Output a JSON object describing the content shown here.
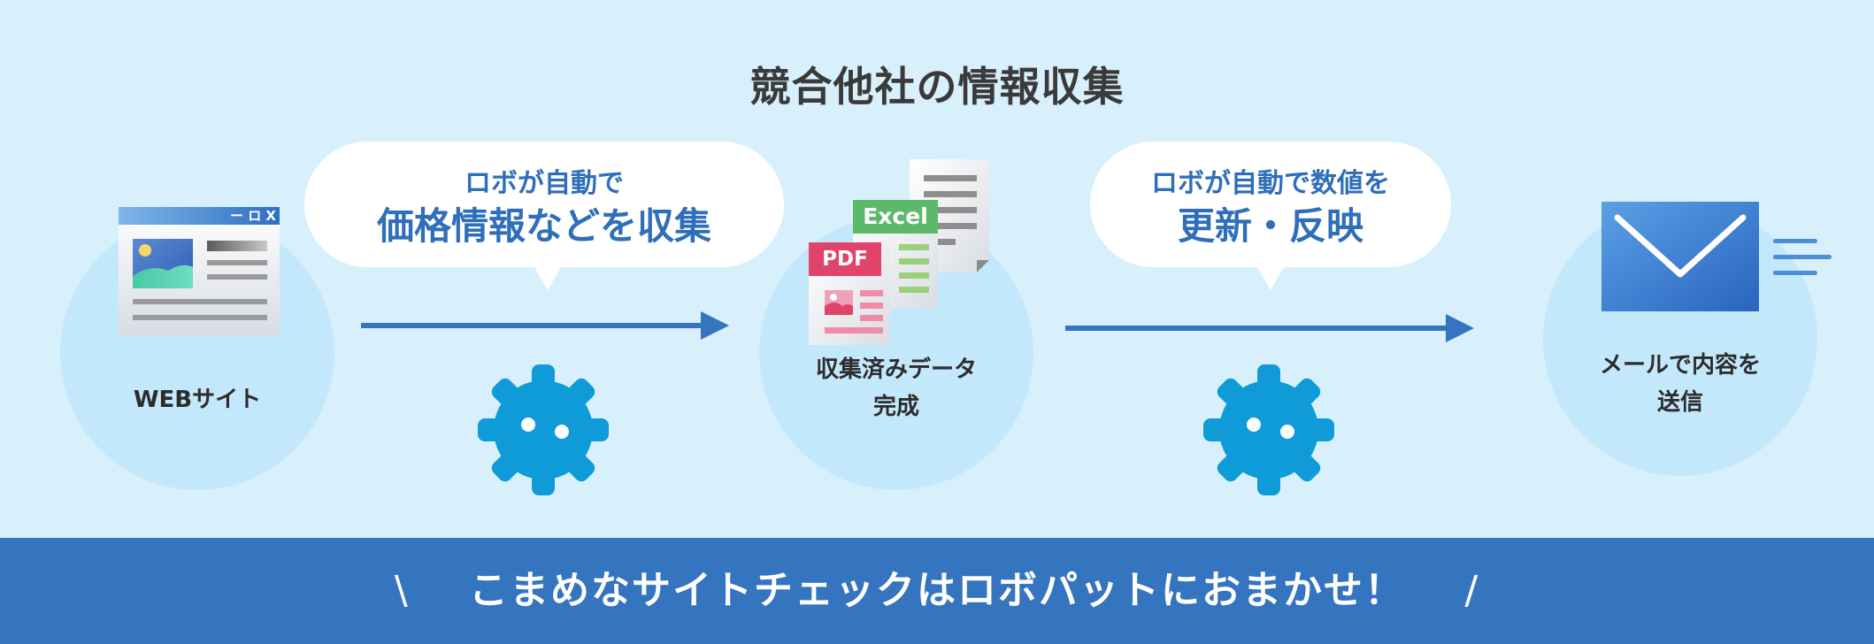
{
  "title": "競合他社の情報収集",
  "steps": [
    {
      "label_lines": [
        "WEBサイト"
      ],
      "window_controls": "ー ロ X"
    },
    {
      "label_lines": [
        "収集済みデータ",
        "完成"
      ],
      "excel_label": "Excel",
      "pdf_label": "PDF"
    },
    {
      "label_lines": [
        "メールで内容を",
        "送信"
      ]
    }
  ],
  "bubbles": [
    {
      "sub": "ロボが自動で",
      "main": "価格情報などを収集"
    },
    {
      "sub": "ロボが自動で数値を",
      "main": "更新・反映"
    }
  ],
  "footer": {
    "open": "\\",
    "text": "こまめなサイトチェックはロボパットにおまかせ！",
    "close": "/"
  },
  "colors": {
    "background": "#d8f0fc",
    "circle": "#c4e8fb",
    "accent_blue": "#3574be",
    "robot_blue": "#0f9ad8",
    "excel_green": "#5cb86a",
    "pdf_red": "#e0446a"
  }
}
